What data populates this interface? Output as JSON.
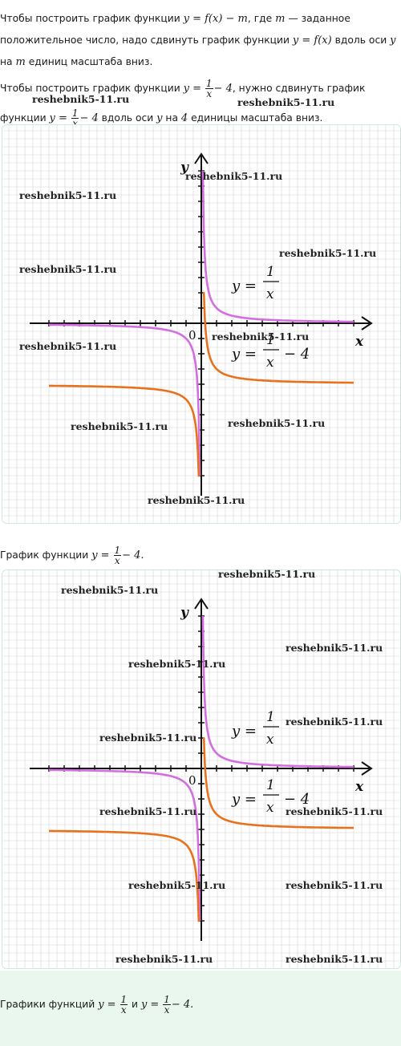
{
  "text": {
    "p1": {
      "a": "Чтобы построить график функции ",
      "m1": "y = f(x) − m",
      "b": ", где ",
      "m2": "m",
      "c": " — заданное положительное число, надо сдвинуть график функции ",
      "m3": "y = f(x)",
      "d": " вдоль оси ",
      "m4": "y",
      "e": " на ",
      "m5": "m",
      "f": " единиц масштаба вниз."
    },
    "p2": {
      "a": "Чтобы построить график функции ",
      "m1": "y =",
      "m2": "− 4",
      "b": ", нужно сдвинуть график функции ",
      "m3": "y =",
      "m4": "− 4",
      "c": " вдоль оси ",
      "m5": "y",
      "d": " на ",
      "m6": "4",
      "e": " единицы масштаба вниз."
    },
    "frac_num": "1",
    "frac_den": "x",
    "caption1": {
      "a": "График функции ",
      "m1": "y =",
      "m2": "− 4."
    },
    "caption2": {
      "a": "Графики функций ",
      "m1": "y =",
      "b": " и ",
      "m2": "y =",
      "m3": "− 4."
    }
  },
  "graph": {
    "axis_x": "x",
    "axis_y": "y",
    "origin": "0",
    "label_y": "y =",
    "label_minus4": "− 4",
    "colors": {
      "reciprocal": "#d36ee0",
      "shifted": "#e8721c",
      "grid": "#d3d3d3",
      "axis": "#111111"
    }
  },
  "watermark": "reshebnik5-11.ru"
}
